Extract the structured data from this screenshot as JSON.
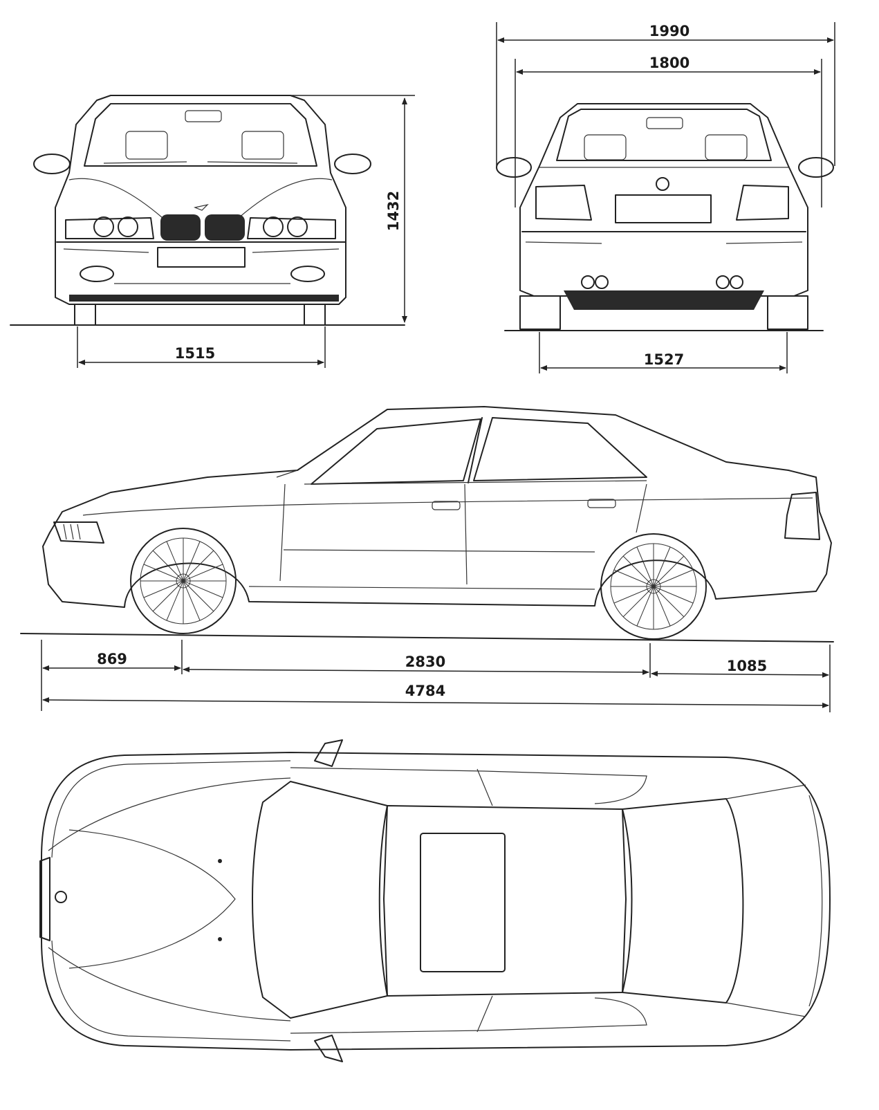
{
  "dimensions": {
    "front_track": "1515",
    "rear_track": "1527",
    "height": "1432",
    "width_with_mirrors": "1990",
    "body_width": "1800",
    "front_overhang": "869",
    "wheelbase": "2830",
    "rear_overhang": "1085",
    "overall_length": "4784"
  },
  "colors": {
    "line": "#222222",
    "background": "#ffffff"
  }
}
